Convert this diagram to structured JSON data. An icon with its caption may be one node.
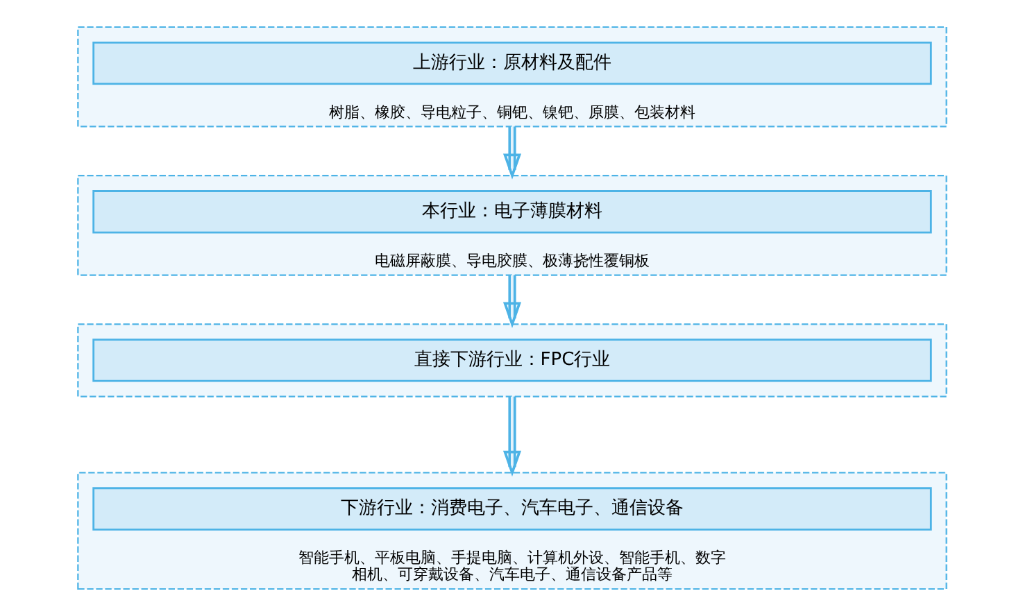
{
  "diagram": {
    "nodes": [
      {
        "text": [
          "树脂、橡胶、导电粒子、铜钯、镍钯、原膜、包装材料"
        ]
      },
      {
        "text": [
          "上游行业：原材料及配件"
        ],
        "in": 0
      },
      {
        "text": [
          "电磁屏蔽膜、导电胶膜、极薄挠性覆铜板"
        ]
      },
      {
        "text": [
          "本行业：电子薄膜材料"
        ],
        "in": 2
      },
      {
        "text": [],
        "shape": "box"
      },
      {
        "text": [
          "直接下游行业：FPC行业"
        ],
        "in": 4
      },
      {
        "text": [
          "智能手机、平板电脑、手提电脑、计算机外设、智能手机、数字相机、可穿戴设备、汽车电子、通信设备产品等"
        ]
      },
      {
        "text": [
          "下游行业：消费电子、汽车电子、通信设备"
        ],
        "in": 6
      }
    ],
    "edges": [
      {
        "from": 0,
        "to": 2,
        "arrow": "to"
      },
      {
        "from": 2,
        "to": 4,
        "arrow": "to"
      },
      {
        "from": 4,
        "to": 6,
        "arrow": "to"
      }
    ]
  }
}
